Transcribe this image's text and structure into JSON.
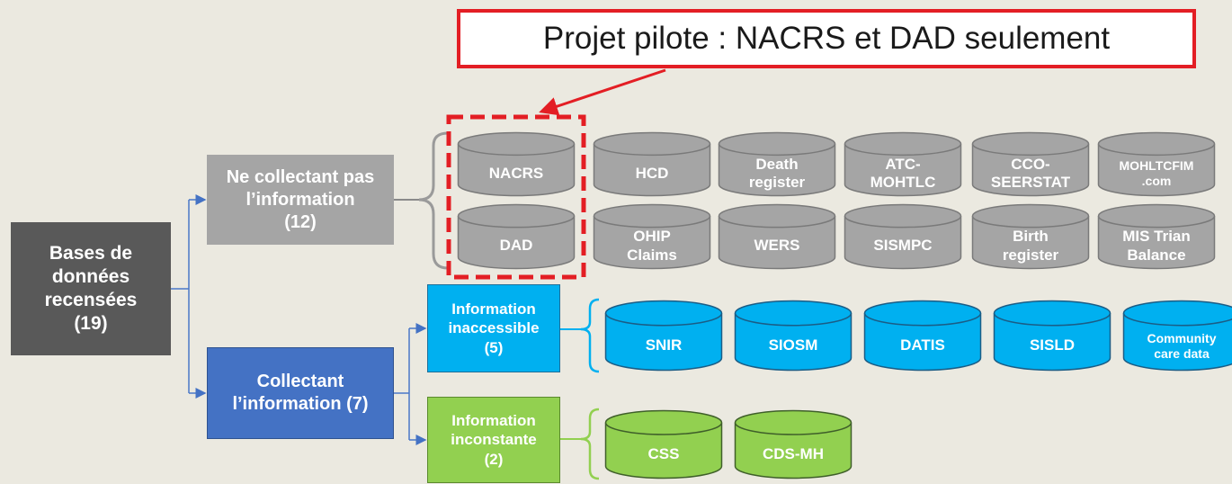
{
  "title": "Projet pilote : NACRS et DAD seulement",
  "root": "Bases de\ndonnées\nrecensées\n(19)",
  "not_collecting": "Ne collectant pas\nl’information\n(12)",
  "collecting": "Collectant\nl’information (7)",
  "inaccessible": "Information\ninaccessible\n(5)",
  "inconstant": "Information\ninconstante\n(2)",
  "gray_row1": [
    "NACRS",
    "HCD",
    "Death\nregister",
    "ATC-\nMOHTLC",
    "CCO-\nSEERSTAT",
    "MOHLTCFIM\n.com"
  ],
  "gray_row2": [
    "DAD",
    "OHIP\nClaims",
    "WERS",
    "SISMPC",
    "Birth\nregister",
    "MIS Trian\nBalance"
  ],
  "blue_row": [
    "SNIR",
    "SIOSM",
    "DATIS",
    "SISLD",
    "Community\ncare data"
  ],
  "green_row": [
    "CSS",
    "CDS-MH"
  ],
  "colors": {
    "gray": "#a5a5a5",
    "dark_gray": "#595959",
    "blue": "#4472c4",
    "cyan": "#00b0f0",
    "green": "#92d050",
    "highlight": "#e31e24"
  }
}
